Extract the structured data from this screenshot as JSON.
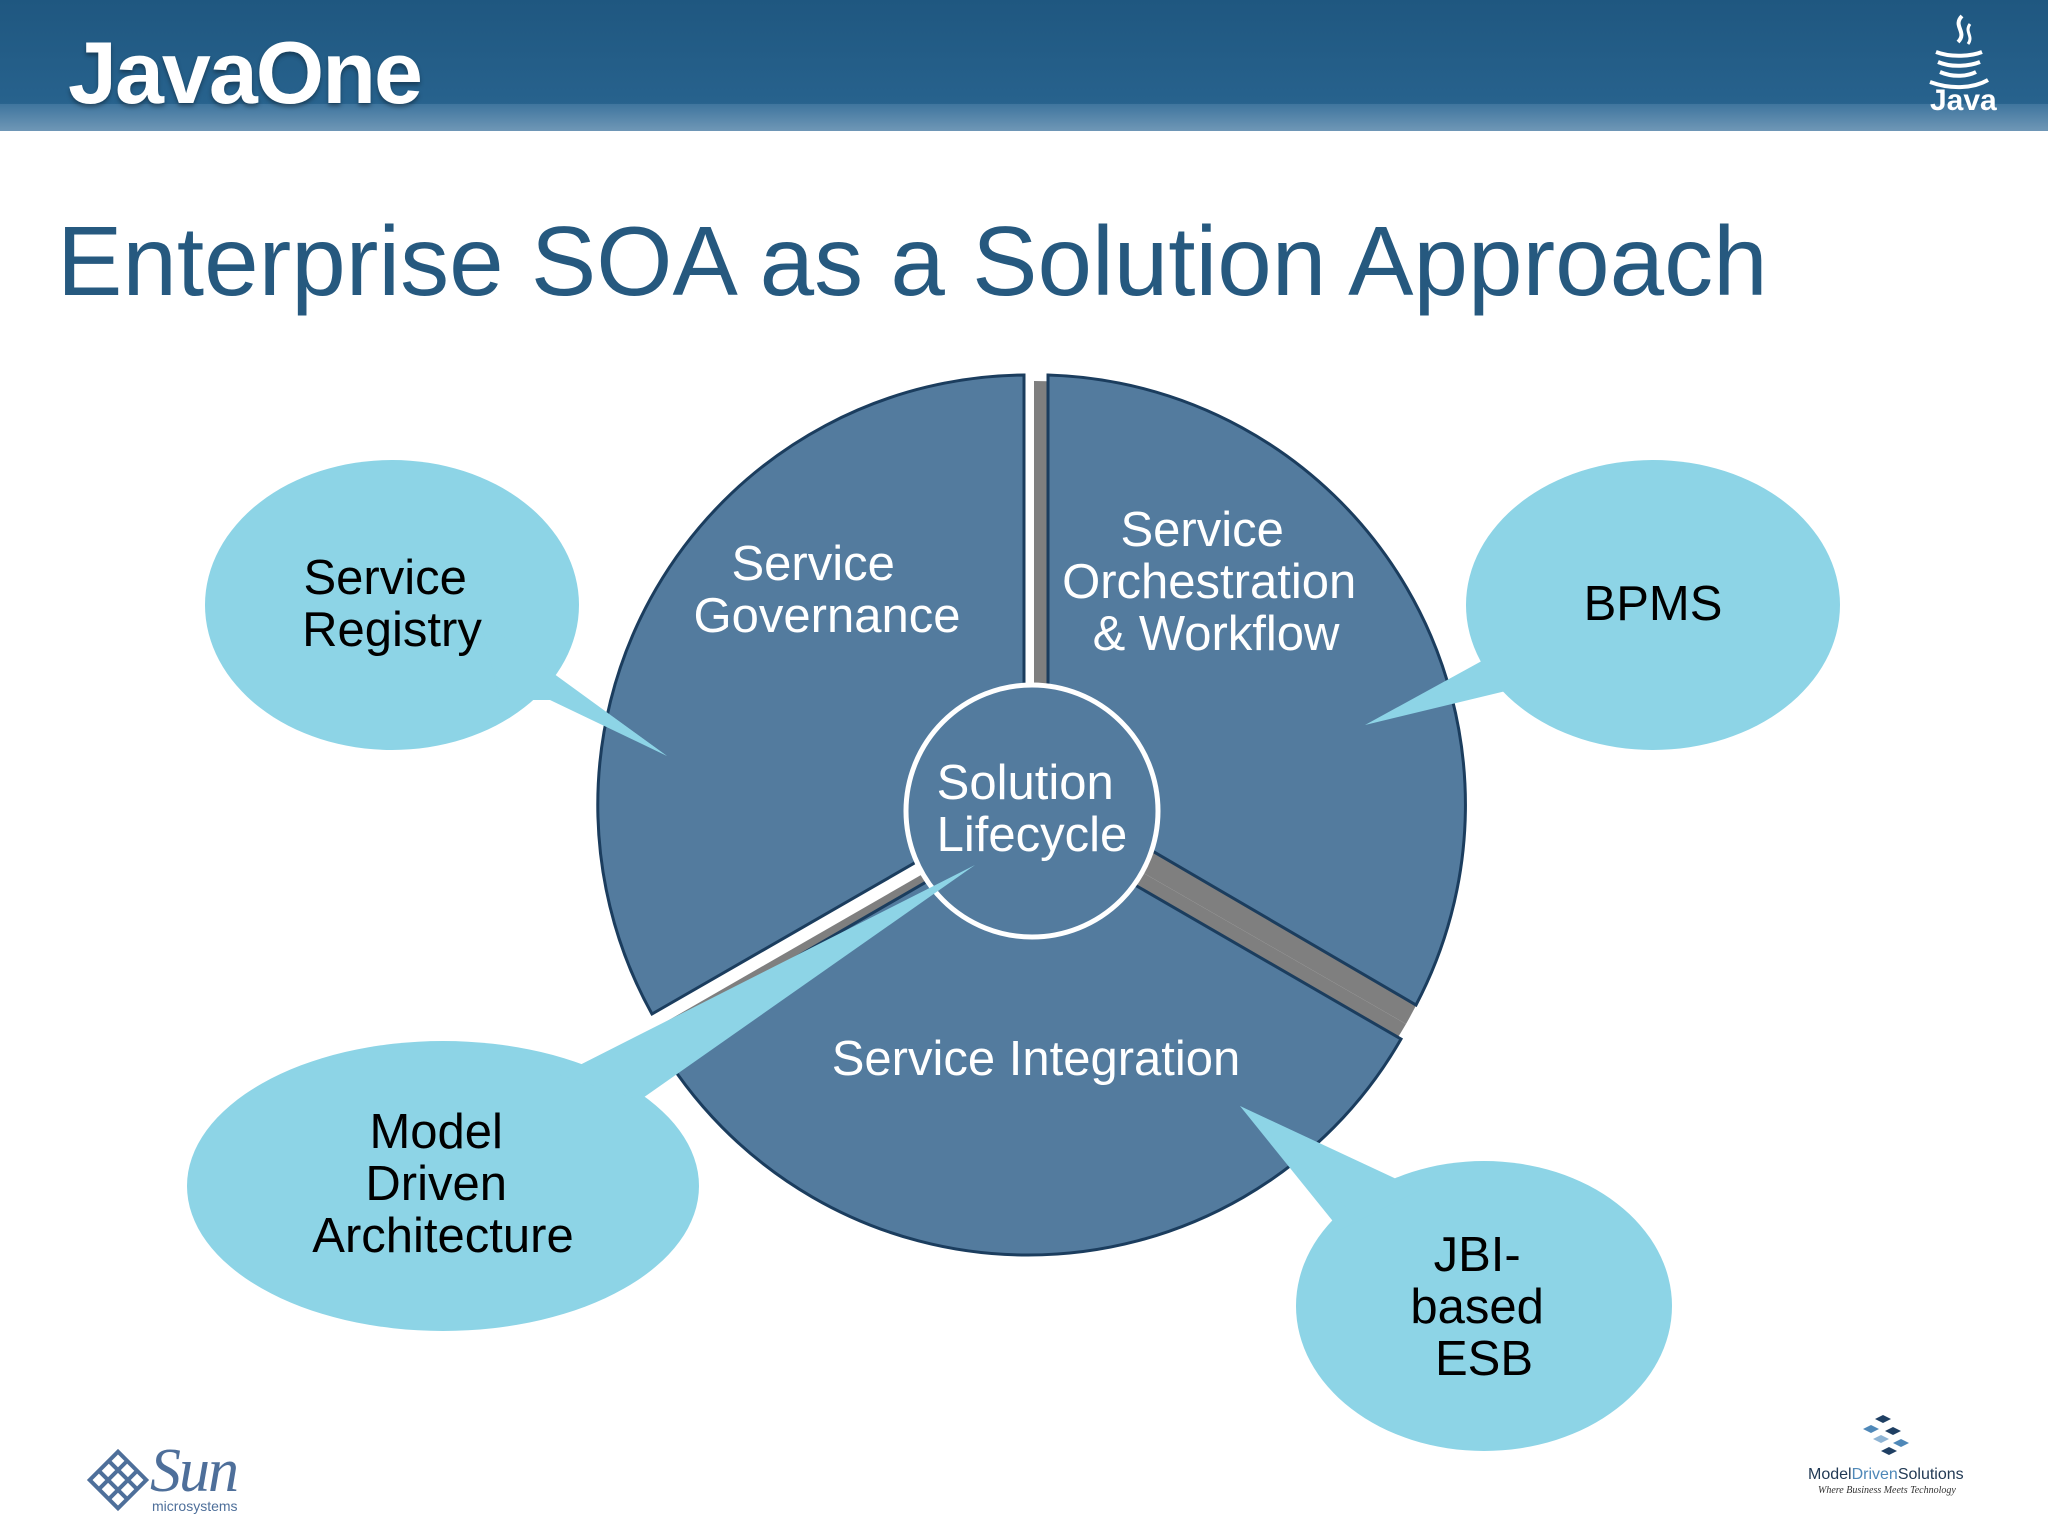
{
  "header": {
    "brand": "JavaOne",
    "logo_text": "Java"
  },
  "slide": {
    "title": "Enterprise SOA as a Solution Approach"
  },
  "diagram": {
    "center": [
      "Solution",
      "Lifecycle"
    ],
    "segments": [
      {
        "id": "governance",
        "lines": [
          "Service",
          "Governance"
        ]
      },
      {
        "id": "orchestration",
        "lines": [
          "Service",
          "Orchestration",
          "& Workflow"
        ]
      },
      {
        "id": "integration",
        "lines": [
          "Service Integration"
        ]
      }
    ],
    "callouts": [
      {
        "id": "registry",
        "lines": [
          "Service",
          "Registry"
        ]
      },
      {
        "id": "bpms",
        "lines": [
          "BPMS"
        ]
      },
      {
        "id": "mda",
        "lines": [
          "Model",
          "Driven",
          "Architecture"
        ]
      },
      {
        "id": "esb",
        "lines": [
          "JBI-",
          "based",
          "ESB"
        ]
      }
    ],
    "colors": {
      "segment": "#537b9e",
      "segment_stroke": "#1b3d5e",
      "shadow": "#7f7f7f",
      "callout": "#8dd4e6",
      "title": "#26597f"
    }
  },
  "footer": {
    "sun_word": "Sun",
    "sun_sub": "microsystems",
    "mds_left": "Model",
    "mds_mid": "Driven",
    "mds_right": "Solutions",
    "mds_tagline": "Where Business Meets Technology"
  }
}
